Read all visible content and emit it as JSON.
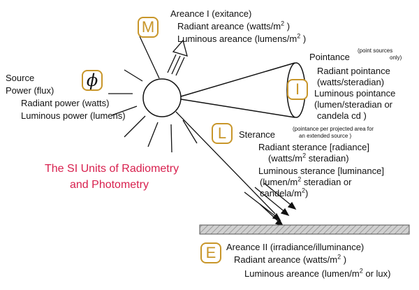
{
  "badges": {
    "M": "M",
    "phi": "ϕ",
    "I": "I",
    "L": "L",
    "E": "E"
  },
  "areance1": {
    "title": "Areance I (exitance)",
    "radiant": "Radiant areance (watts/m",
    "radiant_sup": "2",
    "radiant_end": " )",
    "luminous": "Luminous areance (lumens/m",
    "luminous_sup": "2",
    "luminous_end": " )"
  },
  "source": {
    "line1": "Source",
    "line2": "Power (flux)",
    "radiant": "Radiant power (watts)",
    "luminous": "Luminous power (lumens)"
  },
  "pointance": {
    "title": "Pointance",
    "note1": "(point sources",
    "note2": "only)",
    "radiant1": "Radiant pointance",
    "radiant2": "(watts/steradian)",
    "luminous1": "Luminous pointance",
    "luminous2": "(lumen/steradian or",
    "luminous3": "candela  cd )"
  },
  "sterance": {
    "title": "Sterance",
    "note1": "(pointance per projected area for",
    "note2": "an extended source )",
    "radiant1": "Radiant sterance [radiance]",
    "radiant2a": "(watts/m",
    "radiant2_sup": "2",
    "radiant2b": " steradian)",
    "luminous1": "Luminous sterance [luminance]",
    "luminous2a": "(lumen/m",
    "luminous2_sup": "2",
    "luminous2b": " steradian or",
    "luminous3a": "candela/m",
    "luminous3_sup": "2",
    "luminous3b": ")"
  },
  "headline": {
    "line1": "The SI Units of Radiometry",
    "line2": "and Photometry"
  },
  "areance2": {
    "title": "Areance II (irradiance/illuminance)",
    "radiant": "Radiant areance (watts/m",
    "radiant_sup": "2",
    "radiant_end": " )",
    "luminous": "Luminous areance (lumen/m",
    "luminous_sup": "2",
    "luminous_end": " or lux)"
  },
  "colors": {
    "badge": "#c8962a",
    "headline": "#d8204e",
    "line": "#111111"
  }
}
